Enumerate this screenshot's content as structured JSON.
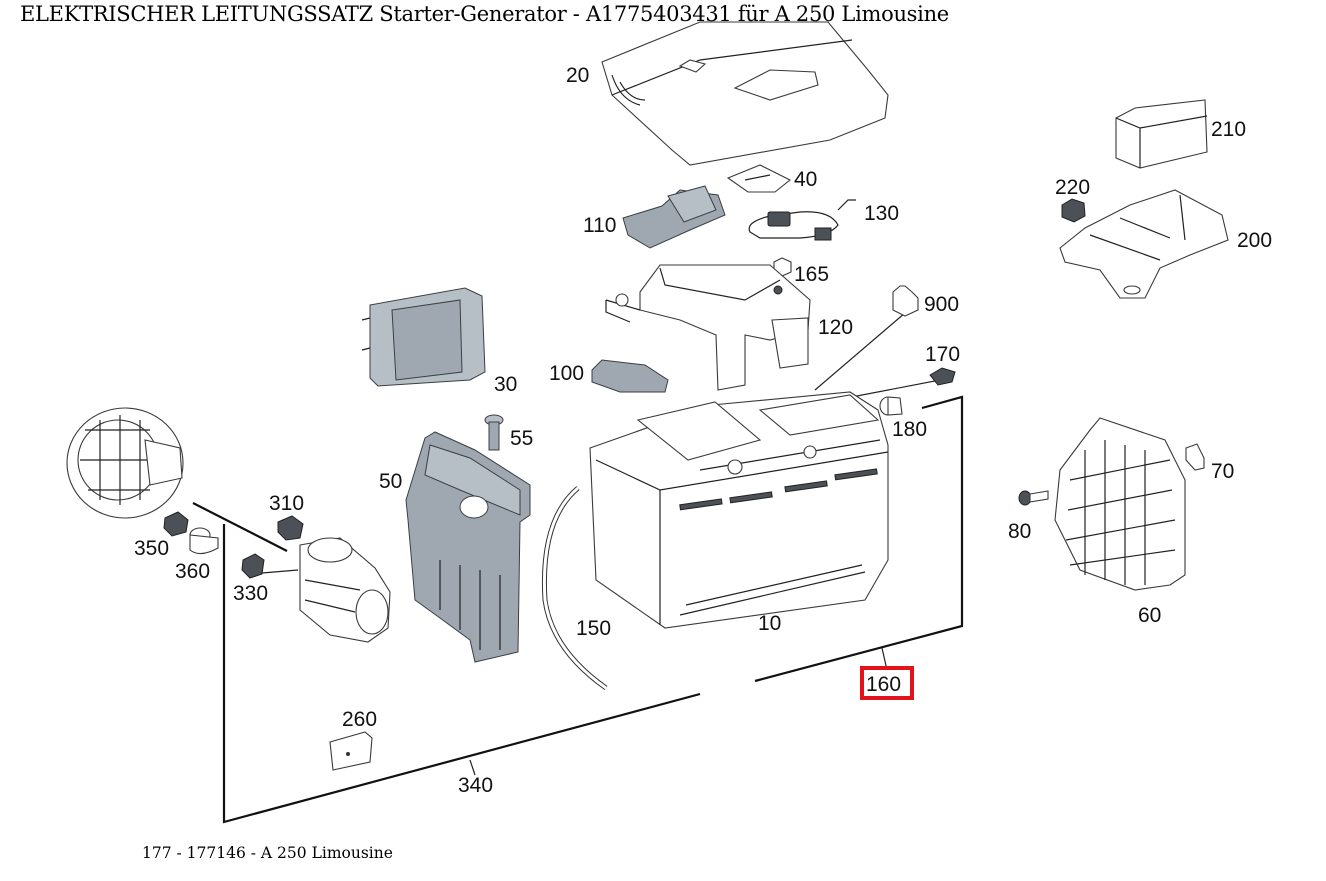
{
  "title": "ELEKTRISCHER LEITUNGSSATZ Starter-Generator - A1775403431 für A 250 Limousine",
  "footer": "177 - 177146 - A 250 Limousine",
  "highlight_color": "#e3121b",
  "selected_label": "160",
  "callouts": {
    "c10": "10",
    "c20": "20",
    "c30": "30",
    "c40": "40",
    "c50": "50",
    "c55": "55",
    "c60": "60",
    "c70": "70",
    "c80": "80",
    "c100": "100",
    "c110": "110",
    "c120": "120",
    "c130": "130",
    "c150": "150",
    "c160": "160",
    "c165": "165",
    "c170": "170",
    "c180": "180",
    "c200": "200",
    "c210": "210",
    "c220": "220",
    "c260": "260",
    "c310": "310",
    "c330": "330",
    "c340": "340",
    "c350": "350",
    "c360": "360",
    "c900": "900"
  }
}
